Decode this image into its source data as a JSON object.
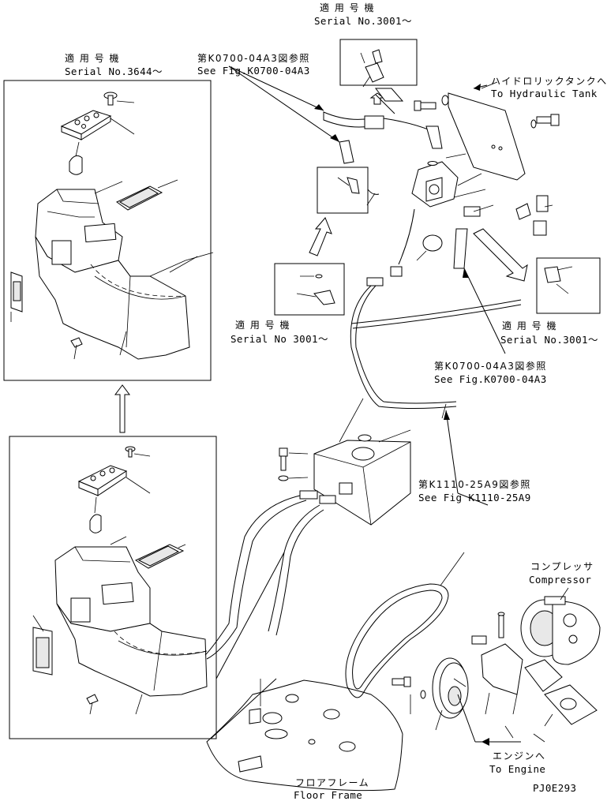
{
  "diagram_code": "PJ0E293",
  "serial_tags": {
    "top_jp": "適 用 号 機",
    "top_en": "Serial No.3001～",
    "upper_left_jp": "適 用 号 機",
    "upper_left_en": "Serial No.3644～",
    "mid_left_jp": "適 用 号 機",
    "mid_left_en": "Serial No 3001～",
    "mid_right_jp": "適 用 号 機",
    "mid_right_en": "Serial No.3001～"
  },
  "references": {
    "ref1_jp": "第K0700-04A3図参照",
    "ref1_en": "See Fig.K0700-04A3",
    "ref2_jp": "第K0700-04A3図参照",
    "ref2_en": "See Fig.K0700-04A3",
    "ref3_jp": "第K1110-25A9図参照",
    "ref3_en": "See Fig K1110-25A9"
  },
  "destinations": {
    "hydraulic_jp": "ハイドロリックタンクへ",
    "hydraulic_en": "To Hydraulic Tank",
    "compressor_jp": "コンプレッサ",
    "compressor_en": "Compressor",
    "engine_jp": "エンジンへ",
    "engine_en": "To Engine",
    "floor_jp": "フロアフレーム",
    "floor_en": "Floor Frame"
  }
}
